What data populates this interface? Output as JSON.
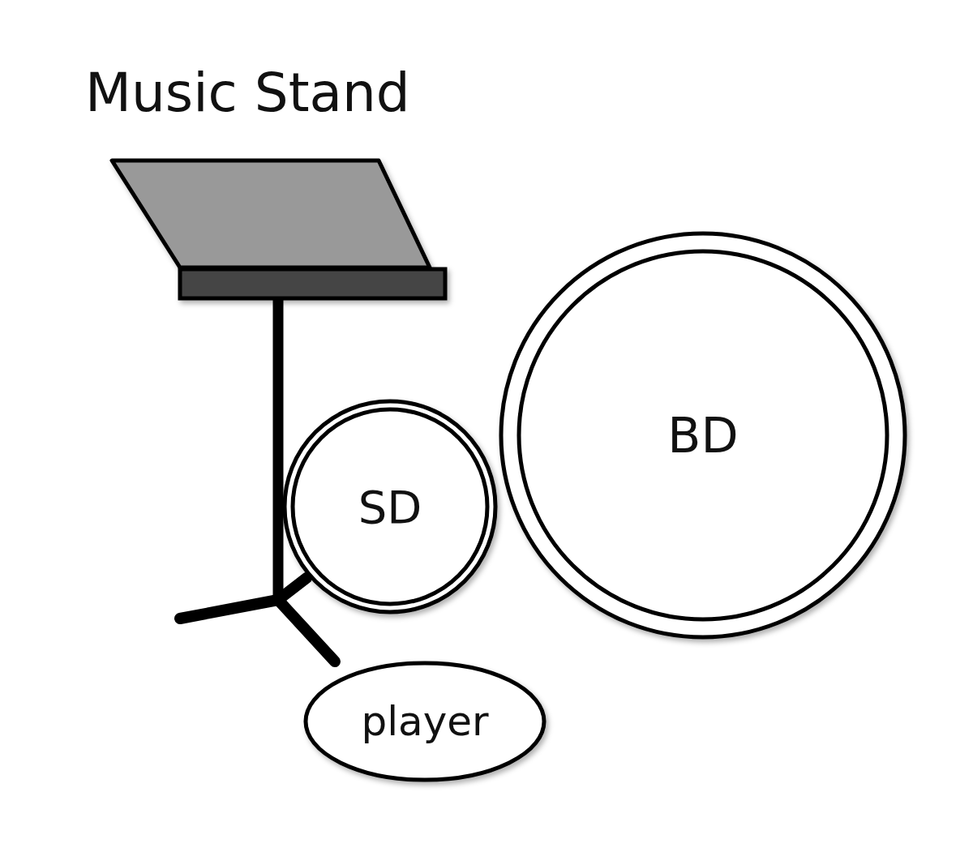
{
  "diagram": {
    "nodes": [
      {
        "text": [
          "SD"
        ]
      },
      {
        "text": [
          "BD"
        ]
      },
      {
        "text": [
          "player"
        ]
      }
    ],
    "labels": [
      "Music Stand"
    ]
  }
}
